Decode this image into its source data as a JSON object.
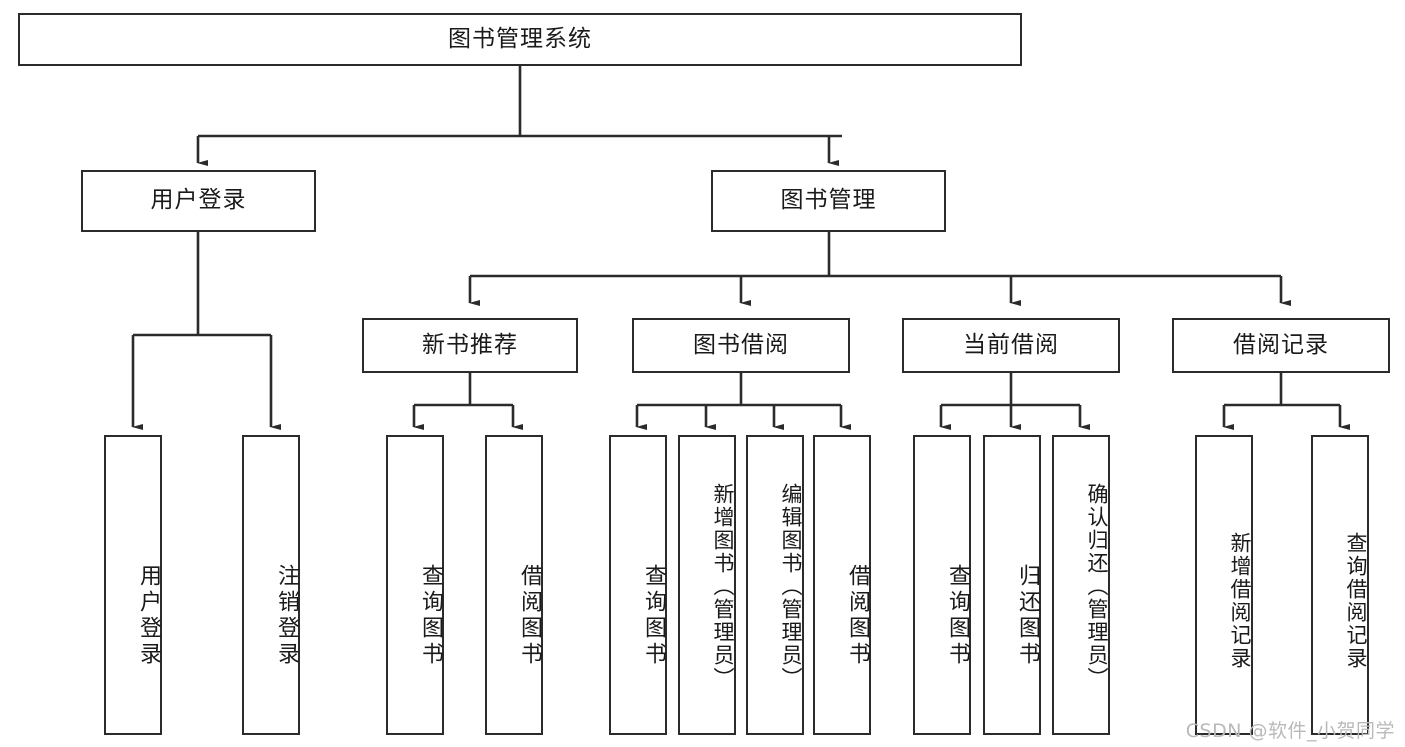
{
  "diagram": {
    "title": "图书管理系统",
    "type": "tree",
    "root": {
      "label": "图书管理系统"
    },
    "level2": [
      {
        "label": "用户登录"
      },
      {
        "label": "图书管理"
      }
    ],
    "level3": [
      {
        "label": "新书推荐"
      },
      {
        "label": "图书借阅"
      },
      {
        "label": "当前借阅"
      },
      {
        "label": "借阅记录"
      }
    ],
    "leaves": {
      "user_login": [
        {
          "label": "用户登录"
        },
        {
          "label": "注销登录"
        }
      ],
      "new_book_recommend": [
        {
          "label": "查询图书"
        },
        {
          "label": "借阅图书"
        }
      ],
      "book_borrow": [
        {
          "label": "查询图书"
        },
        {
          "label": "新增图书（管理员）"
        },
        {
          "label": "编辑图书（管理员）"
        },
        {
          "label": "借阅图书"
        }
      ],
      "current_borrow": [
        {
          "label": "查询图书"
        },
        {
          "label": "归还图书"
        },
        {
          "label": "确认归还（管理员）"
        }
      ],
      "borrow_records": [
        {
          "label": "新增借阅记录"
        },
        {
          "label": "查询借阅记录"
        }
      ]
    }
  },
  "watermark": {
    "text": "CSDN @软件_小贺同学"
  },
  "colors": {
    "stroke": "#2b2b2b",
    "fill": "#ffffff",
    "text": "#1a1a1a",
    "watermark": "#b9b9b9"
  }
}
